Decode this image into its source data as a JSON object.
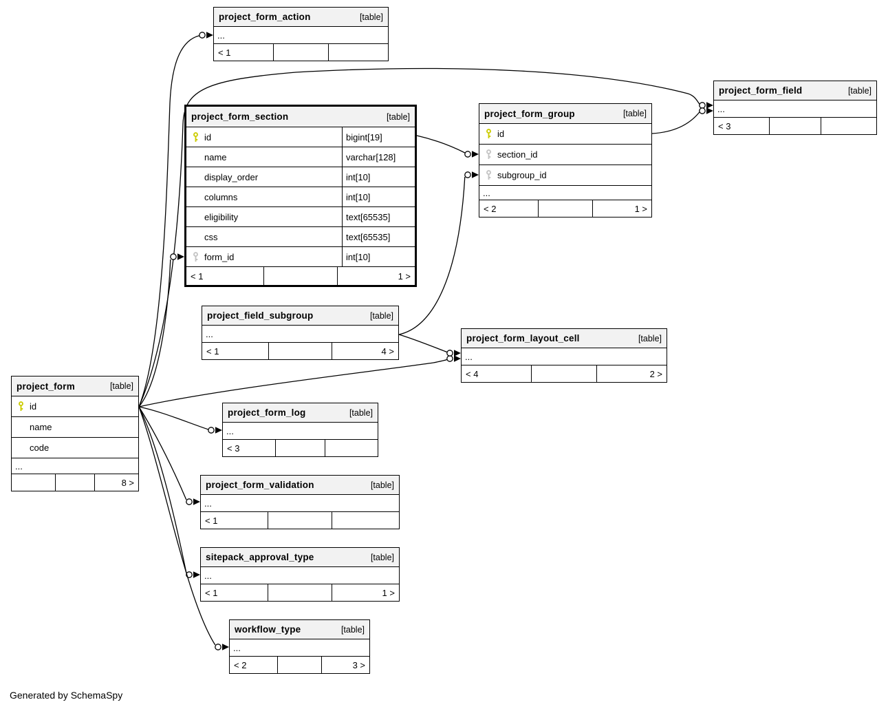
{
  "note": "Generated by SchemaSpy",
  "colors": {
    "primary_key": "#cccc00",
    "foreign_key": "#c4c4c4",
    "header_bg": "#f2f2f2",
    "line": "#000000"
  },
  "tables": [
    {
      "id": "project_form_action",
      "name": "project_form_action",
      "badge": "[table]",
      "rows": [
        {
          "dots": true
        }
      ],
      "footer": {
        "left": "< 1",
        "right": ""
      }
    },
    {
      "id": "project_form_field",
      "name": "project_form_field",
      "badge": "[table]",
      "rows": [
        {
          "dots": true
        }
      ],
      "footer": {
        "left": "< 3",
        "right": ""
      }
    },
    {
      "id": "project_form_section",
      "name": "project_form_section",
      "badge": "[table]",
      "emphasized": true,
      "rows": [
        {
          "key": "pk",
          "name": "id",
          "type": "bigint[19]"
        },
        {
          "name": "name",
          "type": "varchar[128]"
        },
        {
          "name": "display_order",
          "type": "int[10]"
        },
        {
          "name": "columns",
          "type": "int[10]"
        },
        {
          "name": "eligibility",
          "type": "text[65535]"
        },
        {
          "name": "css",
          "type": "text[65535]"
        },
        {
          "key": "fk",
          "name": "form_id",
          "type": "int[10]"
        }
      ],
      "footer": {
        "left": "< 1",
        "right": "1 >"
      }
    },
    {
      "id": "project_form_group",
      "name": "project_form_group",
      "badge": "[table]",
      "rows": [
        {
          "key": "pk",
          "name": "id"
        },
        {
          "key": "fk",
          "name": "section_id"
        },
        {
          "key": "fk",
          "name": "subgroup_id"
        },
        {
          "dots": true
        }
      ],
      "footer": {
        "left": "< 2",
        "right": "1 >"
      }
    },
    {
      "id": "project_field_subgroup",
      "name": "project_field_subgroup",
      "badge": "[table]",
      "rows": [
        {
          "dots": true
        }
      ],
      "footer": {
        "left": "< 1",
        "right": "4 >"
      }
    },
    {
      "id": "project_form_layout_cell",
      "name": "project_form_layout_cell",
      "badge": "[table]",
      "rows": [
        {
          "dots": true
        }
      ],
      "footer": {
        "left": "< 4",
        "right": "2 >"
      }
    },
    {
      "id": "project_form",
      "name": "project_form",
      "badge": "[table]",
      "rows": [
        {
          "key": "pk",
          "name": "id"
        },
        {
          "name": "name"
        },
        {
          "name": "code"
        },
        {
          "dots": true
        }
      ],
      "footer": {
        "left": "",
        "right": "8 >"
      }
    },
    {
      "id": "project_form_log",
      "name": "project_form_log",
      "badge": "[table]",
      "rows": [
        {
          "dots": true
        }
      ],
      "footer": {
        "left": "< 3",
        "right": ""
      }
    },
    {
      "id": "project_form_validation",
      "name": "project_form_validation",
      "badge": "[table]",
      "rows": [
        {
          "dots": true
        }
      ],
      "footer": {
        "left": "< 1",
        "right": ""
      }
    },
    {
      "id": "sitepack_approval_type",
      "name": "sitepack_approval_type",
      "badge": "[table]",
      "rows": [
        {
          "dots": true
        }
      ],
      "footer": {
        "left": "< 1",
        "right": "1 >"
      }
    },
    {
      "id": "workflow_type",
      "name": "workflow_type",
      "badge": "[table]",
      "rows": [
        {
          "dots": true
        }
      ],
      "footer": {
        "left": "< 2",
        "right": "3 >"
      }
    }
  ],
  "relationships": [
    {
      "from": "project_form.id",
      "to": "project_form_action"
    },
    {
      "from": "project_form.id",
      "to": "project_form_field"
    },
    {
      "from": "project_form.id",
      "to": "project_form_section.form_id"
    },
    {
      "from": "project_form.id",
      "to": "project_form_layout_cell"
    },
    {
      "from": "project_form.id",
      "to": "project_form_log"
    },
    {
      "from": "project_form.id",
      "to": "project_form_validation"
    },
    {
      "from": "project_form.id",
      "to": "sitepack_approval_type"
    },
    {
      "from": "project_form.id",
      "to": "workflow_type"
    },
    {
      "from": "project_form_section.id",
      "to": "project_form_group.section_id"
    },
    {
      "from": "project_field_subgroup",
      "to": "project_form_group.subgroup_id"
    },
    {
      "from": "project_field_subgroup",
      "to": "project_form_layout_cell"
    },
    {
      "from": "project_form_group.id",
      "to": "project_form_field"
    }
  ]
}
